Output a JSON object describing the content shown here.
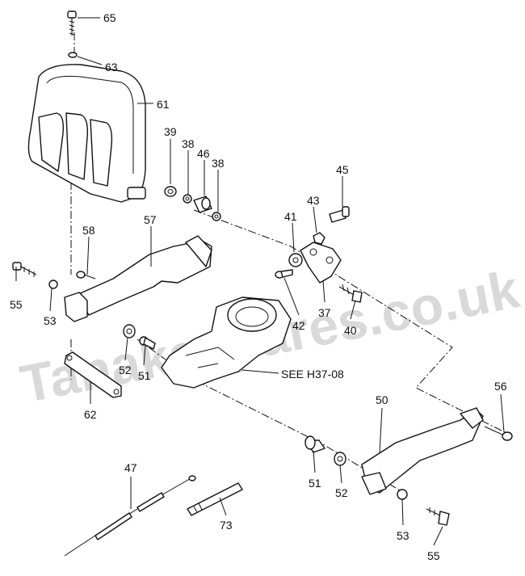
{
  "watermark": "Tanakaspares.co.uk",
  "reference_note": "SEE H37-08",
  "callouts": {
    "c65": "65",
    "c63": "63",
    "c61": "61",
    "c39": "39",
    "c38a": "38",
    "c46": "46",
    "c38b": "38",
    "c45": "45",
    "c43": "43",
    "c41": "41",
    "c57": "57",
    "c58": "58",
    "c55a": "55",
    "c53a": "53",
    "c52a": "52",
    "c51a": "51",
    "c62": "62",
    "c42": "42",
    "c37": "37",
    "c40": "40",
    "c50": "50",
    "c56": "56",
    "c47": "47",
    "c73": "73",
    "c51b": "51",
    "c52b": "52",
    "c53b": "53",
    "c55b": "55"
  }
}
